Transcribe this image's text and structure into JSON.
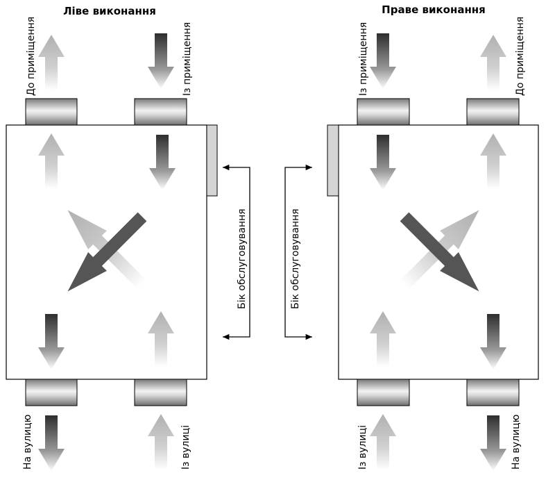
{
  "left_unit": {
    "title": "Ліве виконання",
    "labels": {
      "supply_out": "До приміщення",
      "extract_in": "Із приміщення",
      "exhaust_out": "На вулицю",
      "outdoor_in": "Із вулиці"
    }
  },
  "right_unit": {
    "title": "Праве виконання",
    "labels": {
      "extract_in": "Із приміщення",
      "supply_out": "До приміщення",
      "outdoor_in": "Із вулиці",
      "exhaust_out": "На вулицю"
    }
  },
  "service_side": {
    "left_label": "Бік обслуговування",
    "right_label": "Бік обслуговування"
  },
  "colors": {
    "dark_arrow": "#3a3a3a",
    "light_arrow": "#bdbdbd",
    "housing_stroke": "#000000",
    "service_panel": "#d4d4d4"
  }
}
